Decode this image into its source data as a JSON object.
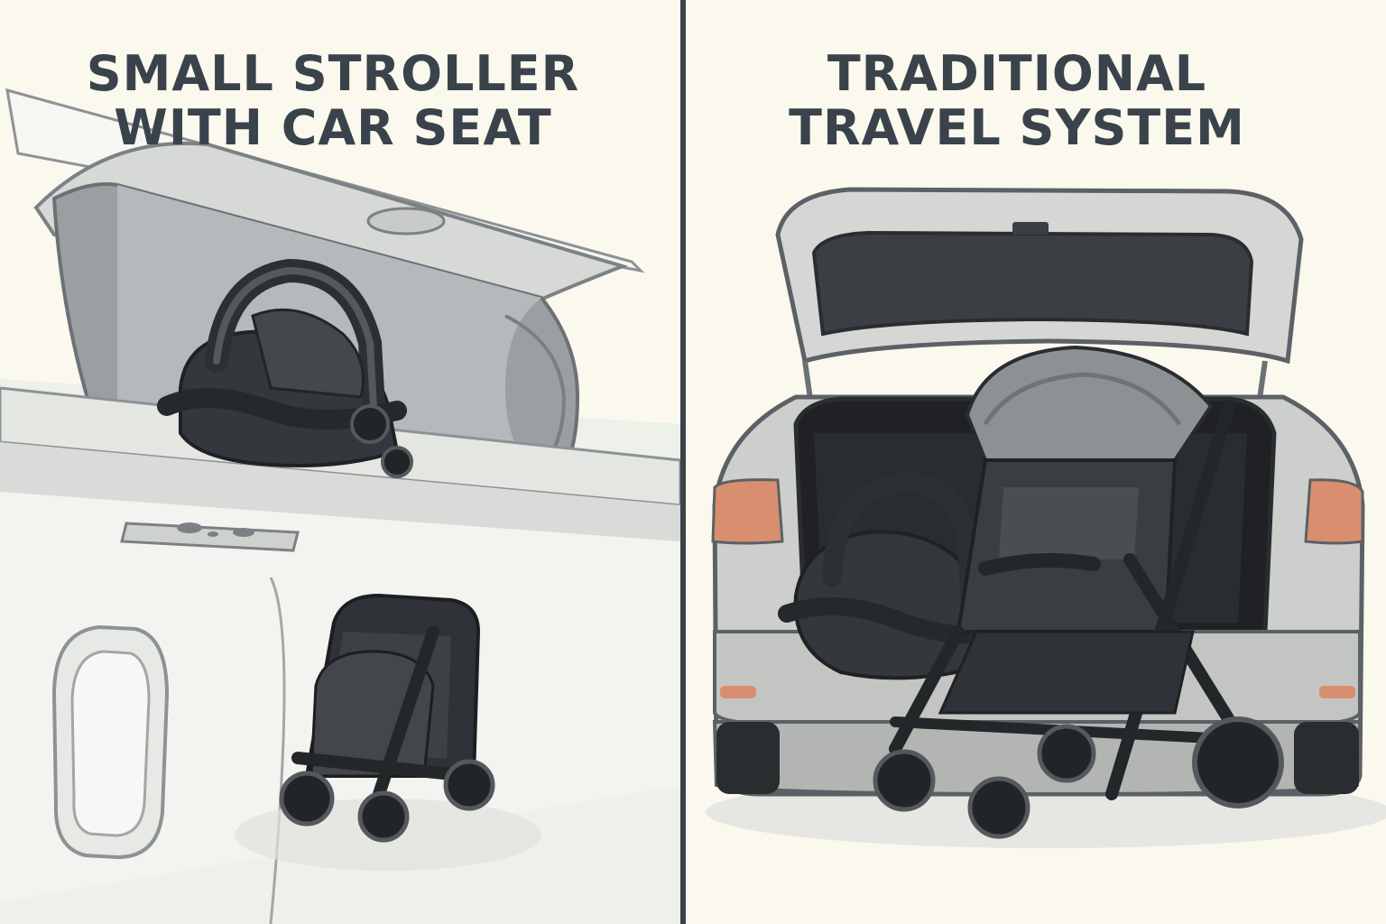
{
  "left_panel": {
    "title_line_1": "SMALL STROLLER",
    "title_line_2": "WITH CAR SEAT",
    "scene_icons": [
      "overhead-bin-icon",
      "infant-car-seat-icon",
      "compact-stroller-icon",
      "airplane-window-icon"
    ]
  },
  "right_panel": {
    "title_line_1": "TRADITIONAL",
    "title_line_2": "TRAVEL SYSTEM",
    "scene_icons": [
      "car-trunk-icon",
      "infant-car-seat-icon",
      "full-size-stroller-icon",
      "tail-light-icon"
    ]
  },
  "colors": {
    "background": "#fbf8ee",
    "text": "#3a434b",
    "divider": "#3a434b",
    "gear_dark": "#2f3236",
    "tail_light": "#d98f6f"
  }
}
